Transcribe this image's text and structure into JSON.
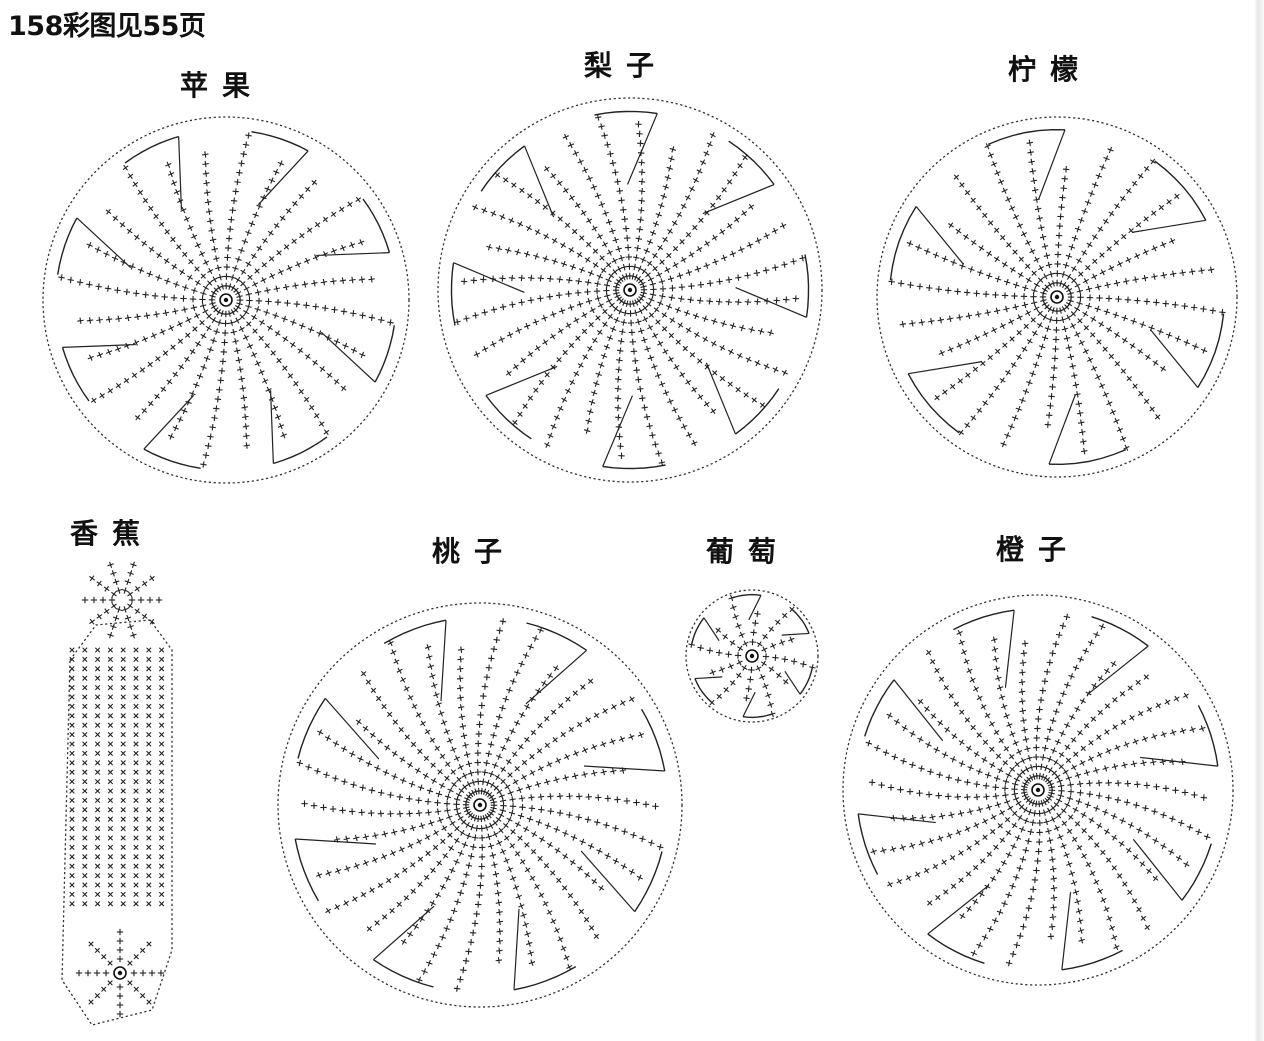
{
  "header": {
    "text": "158彩图见55页"
  },
  "labels": {
    "apple": "苹果",
    "pear": "梨子",
    "lemon": "柠檬",
    "banana": "香蕉",
    "peach": "桃子",
    "grape": "葡萄",
    "orange": "橙子"
  }
}
